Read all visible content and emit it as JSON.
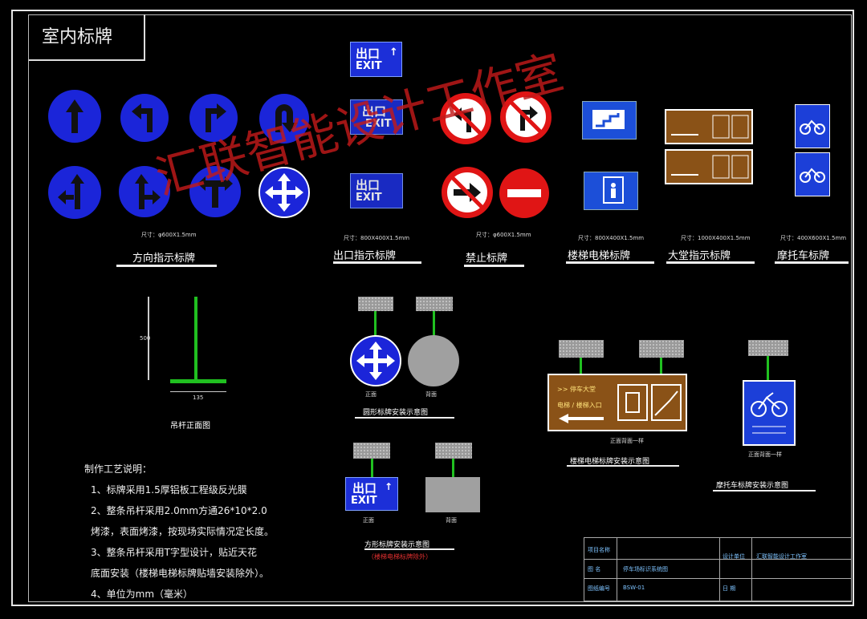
{
  "title": "室内标牌",
  "watermark": "汇联智能设计工作室",
  "sections": {
    "direction": {
      "label": "方向指示标牌",
      "size": "尺寸：φ600X1.5mm"
    },
    "exit": {
      "label": "出口指示标牌",
      "size": "尺寸：800X400X1.5mm"
    },
    "prohibit": {
      "label": "禁止标牌",
      "size": "尺寸：φ600X1.5mm"
    },
    "elevator": {
      "label": "楼梯电梯标牌",
      "size": "尺寸：800X400X1.5mm"
    },
    "hall": {
      "label": "大堂指示标牌",
      "size": "尺寸：1000X400X1.5mm"
    },
    "motorcycle": {
      "label": "摩托车标牌",
      "size": "尺寸：400X600X1.5mm"
    }
  },
  "exit_sign": {
    "cn": "出口",
    "en": "EXIT",
    "arrow": "↑"
  },
  "drawings": {
    "pole": {
      "label": "吊杆正面图",
      "dim_h": "500",
      "dim_w": "135"
    },
    "round_install": {
      "label": "圆形标牌安装示意图",
      "front": "正面",
      "back": "背面"
    },
    "square_install": {
      "label": "方形标牌安装示意图",
      "note": "（楼梯电梯标牌除外）",
      "front": "正面",
      "back": "背面"
    },
    "elevator_install": {
      "label": "楼梯电梯标牌安装示意图",
      "side": "正面背面一样"
    },
    "moto_install": {
      "label": "摩托车标牌安装示意图",
      "side": "正面背面一样"
    }
  },
  "hall_sign": {
    "line1": ">>  停车大堂",
    "line2": "电梯 / 楼梯入口"
  },
  "notes": {
    "heading": "制作工艺说明：",
    "lines": [
      "1、标牌采用1.5厚铝板工程级反光膜",
      "2、整条吊杆采用2.0mm方通26*10*2.0",
      "   烤漆，表面烤漆，按现场实际情况定长度。",
      "3、整条吊杆采用T字型设计，贴近天花",
      "   底面安装（楼梯电梯标牌贴墙安装除外）。",
      "4、单位为mm（毫米）"
    ]
  },
  "titleblock": {
    "r1": "项目名称",
    "r2": "图 名",
    "r3": "图纸编号",
    "v2": "停车场标识系统图",
    "v3": "BSW-01",
    "c1": "设计单位",
    "c2": "日 期",
    "company": "汇联智能设计工作室"
  }
}
